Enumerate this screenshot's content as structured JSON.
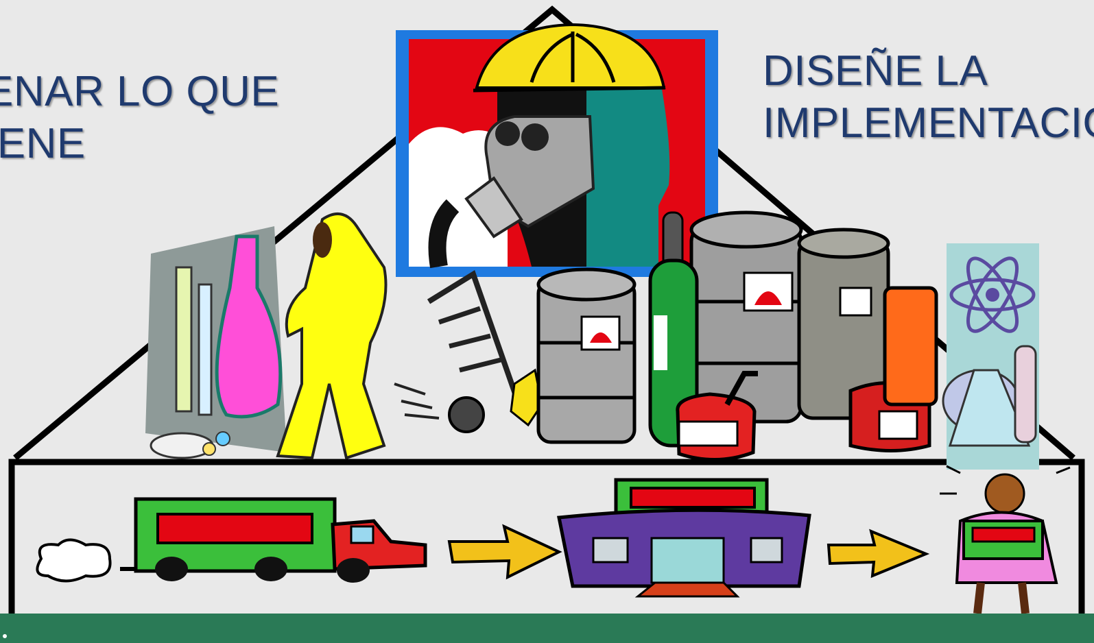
{
  "left_heading": {
    "line1": "ENAR LO QUE",
    "line2": "IENE"
  },
  "right_heading": {
    "line1": "DISEÑE LA",
    "line2": "IMPLEMENTACIO"
  },
  "colors": {
    "background": "#e9e9e9",
    "heading_text": "#1f3a6e",
    "footer_bar": "#2a7a56",
    "sign_border": "#1f7ae0",
    "sign_red": "#e30613",
    "helmet_yellow": "#f7e01a",
    "truck_green": "#3bbf3b",
    "building_purple": "#5e3aa0",
    "arrow_yellow": "#f2c11a"
  },
  "icons": [
    "house-outline",
    "gas-mask-worker-sign",
    "lab-glassware-icon",
    "hazmat-suit-person-icon",
    "hand-truck-icon",
    "oil-drum-icon",
    "gas-cylinder-icon",
    "gas-can-icon",
    "atom-flask-icon",
    "delivery-truck-icon",
    "arrow-right-icon",
    "factory-building-icon",
    "person-holding-box-icon"
  ]
}
